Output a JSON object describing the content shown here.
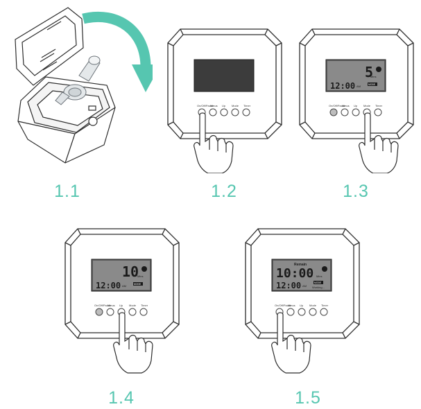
{
  "steps": [
    {
      "label": "1.1"
    },
    {
      "label": "1.2"
    },
    {
      "label": "1.3"
    },
    {
      "label": "1.4"
    },
    {
      "label": "1.5"
    }
  ],
  "device": {
    "buttons": [
      "On/Off/Pause",
      "Minus",
      "Up",
      "Mode",
      "Timer"
    ],
    "clock_time": "12:00",
    "clock_suffix": "AM",
    "mode_badge": "MODE",
    "minutes_unit": "Mins"
  },
  "screens": {
    "step_1_3": {
      "value": "5"
    },
    "step_1_4": {
      "value": "10"
    },
    "step_1_5": {
      "header": "Remain",
      "value": "10:00",
      "status": "Working..."
    }
  },
  "colors": {
    "accent": "#56c6b0",
    "lcd_bg": "#5f5f5f",
    "lcd_dark": "#3c3c3c",
    "outline": "#2b2b2b"
  }
}
